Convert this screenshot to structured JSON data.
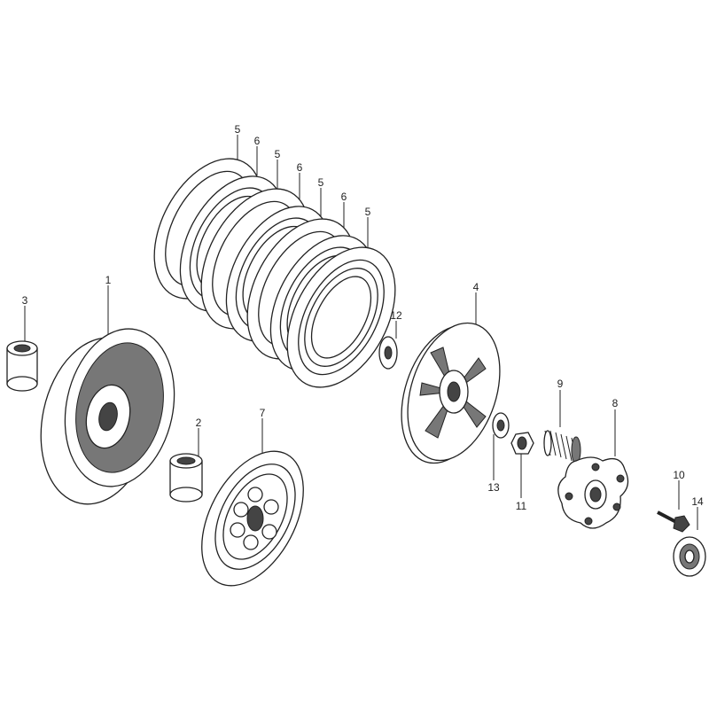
{
  "diagram": {
    "callouts": [
      {
        "id": "c5a",
        "label": "5"
      },
      {
        "id": "c6a",
        "label": "6"
      },
      {
        "id": "c5b",
        "label": "5"
      },
      {
        "id": "c6b",
        "label": "6"
      },
      {
        "id": "c5c",
        "label": "5"
      },
      {
        "id": "c6c",
        "label": "6"
      },
      {
        "id": "c5d",
        "label": "5"
      },
      {
        "id": "c1",
        "label": "1"
      },
      {
        "id": "c3",
        "label": "3"
      },
      {
        "id": "c12",
        "label": "12"
      },
      {
        "id": "c4",
        "label": "4"
      },
      {
        "id": "c9",
        "label": "9"
      },
      {
        "id": "c8",
        "label": "8"
      },
      {
        "id": "c2",
        "label": "2"
      },
      {
        "id": "c7",
        "label": "7"
      },
      {
        "id": "c13",
        "label": "13"
      },
      {
        "id": "c11",
        "label": "11"
      },
      {
        "id": "c10",
        "label": "10"
      },
      {
        "id": "c14",
        "label": "14"
      }
    ]
  }
}
